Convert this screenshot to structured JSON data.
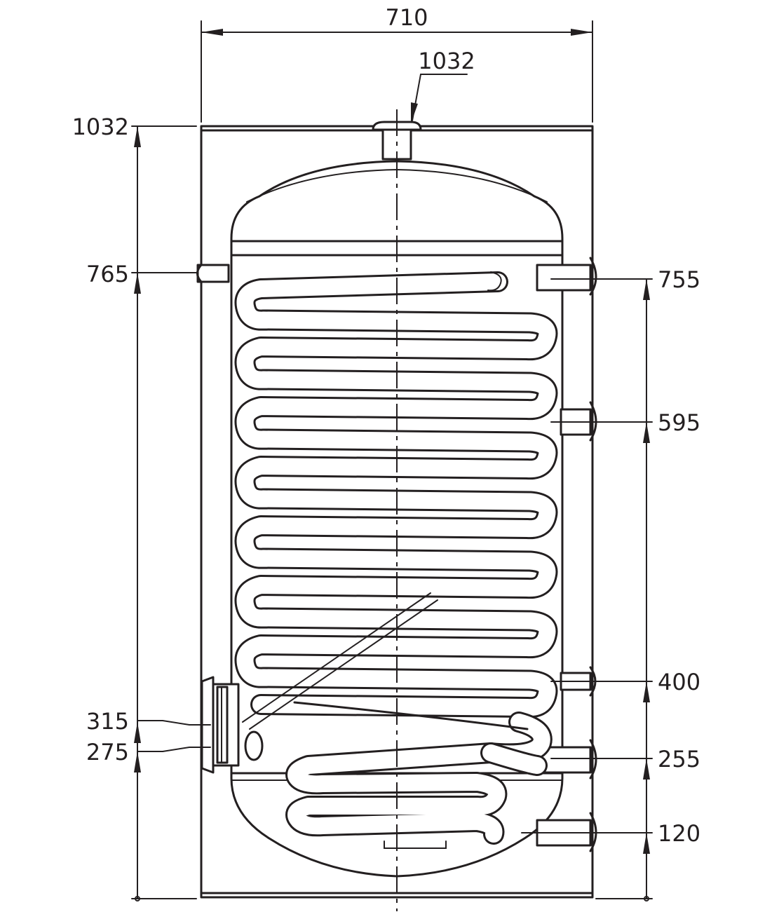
{
  "dimensions": {
    "overall_width": "710",
    "top_connection_height": "1032",
    "total_height": "1032",
    "left_upper_connection": "765",
    "left_flange_upper": "315",
    "left_flange_lower": "275",
    "right_connections": [
      "755",
      "595",
      "400",
      "255",
      "120"
    ]
  },
  "colors": {
    "line": "#231f20",
    "background": "#ffffff"
  }
}
